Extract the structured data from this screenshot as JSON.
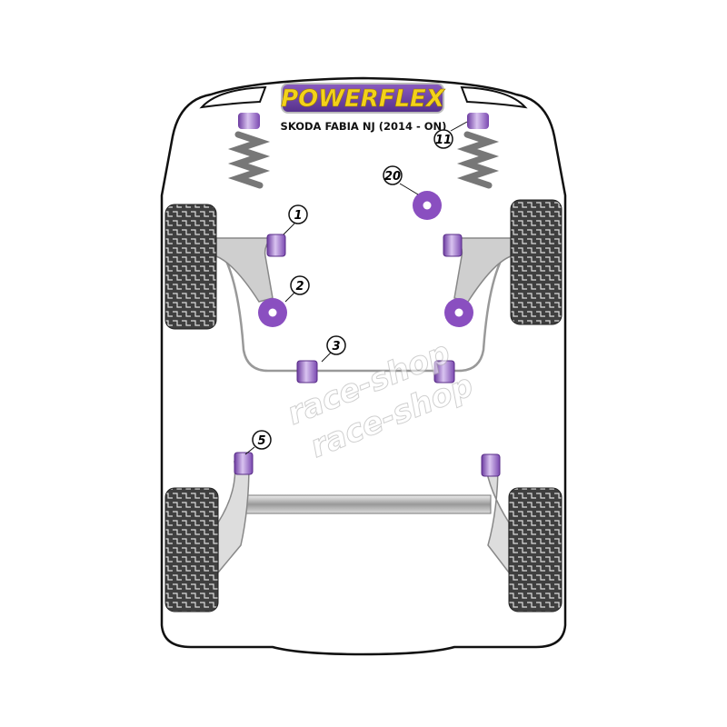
{
  "logo": {
    "brand": "POWERFLEX"
  },
  "subtitle": "SKODA FABIA NJ (2014 - ON)",
  "watermark": "race-shop",
  "callouts": [
    "1",
    "2",
    "3",
    "5",
    "11",
    "20"
  ],
  "colors": {
    "bush_purple": "#8a4fc0",
    "logo_yellow": "#f3d21a",
    "logo_bg": "#6b3fa0",
    "tyre": "#444444",
    "arm_grey": "#c8c8c8"
  }
}
